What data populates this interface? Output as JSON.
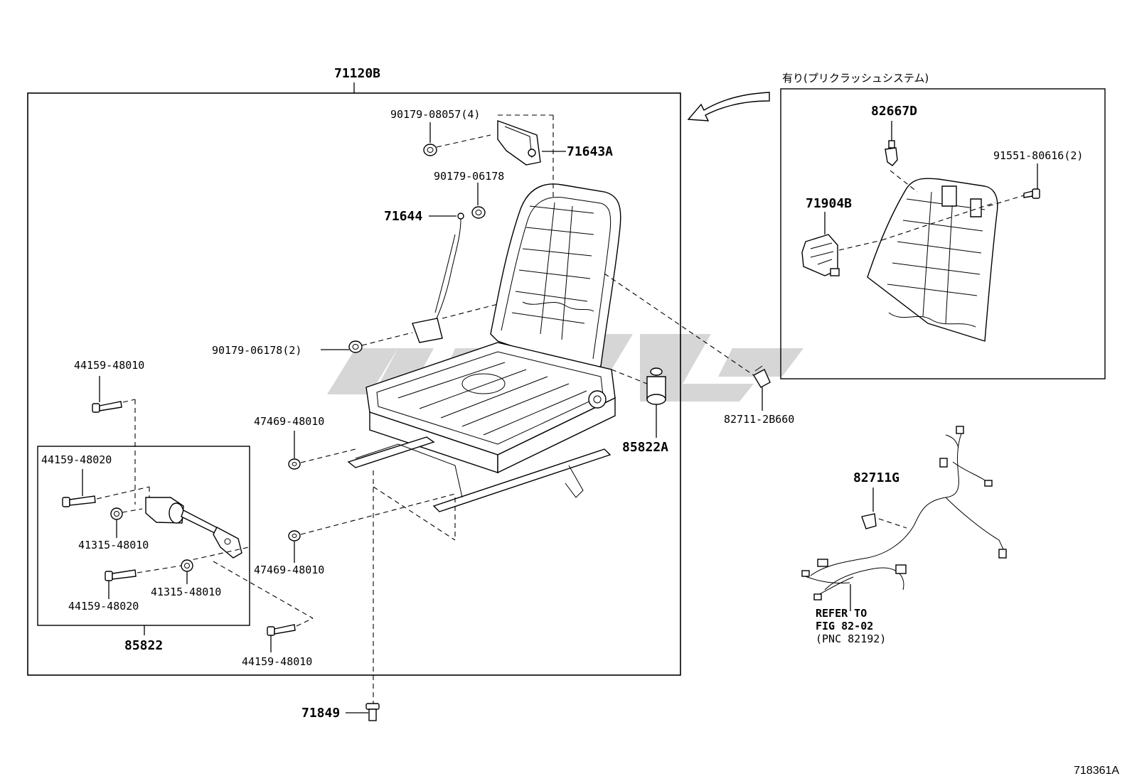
{
  "main_frame": {
    "title": "71120B"
  },
  "option_frame": {
    "title": "有り(プリクラッシュシステム)"
  },
  "parts": {
    "p90179_08057": "90179-08057(4)",
    "p71643A": "71643A",
    "p90179_06178": "90179-06178",
    "p71644": "71644",
    "p90179_06178_2": "90179-06178(2)",
    "p44159_48010_top": "44159-48010",
    "p47469_48010_top": "47469-48010",
    "p44159_48020_top": "44159-48020",
    "p41315_48010_left": "41315-48010",
    "p47469_48010_bottom": "47469-48010",
    "p41315_48010_right": "41315-48010",
    "p44159_48020_bottom": "44159-48020",
    "p85822": "85822",
    "p44159_48010_bottom": "44159-48010",
    "p71849": "71849",
    "p85822A": "85822A",
    "p82711_2B660": "82711-2B660",
    "p82667D": "82667D",
    "p91551_80616": "91551-80616(2)",
    "p71904B": "71904B",
    "p82711G": "82711G"
  },
  "refer": {
    "line1": "REFER TO",
    "line2": "FIG 82-02",
    "line3": "(PNC 82192)"
  },
  "figure_id": "718361A",
  "colors": {
    "line": "#000000",
    "watermark": "#c8c8c8",
    "background": "#ffffff"
  }
}
